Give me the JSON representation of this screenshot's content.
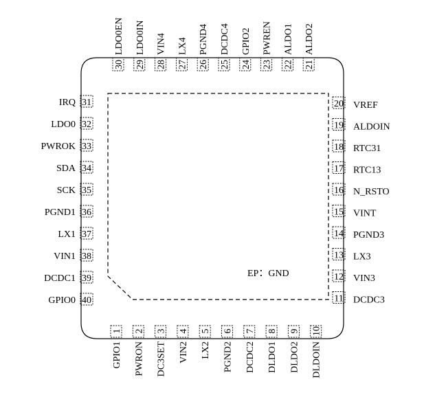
{
  "package": {
    "ep_label": "EP：GND"
  },
  "pins": {
    "bottom": [
      {
        "num": "1",
        "name": "GPIO1"
      },
      {
        "num": "2",
        "name": "PWRON"
      },
      {
        "num": "3",
        "name": "DC3SET"
      },
      {
        "num": "4",
        "name": "VIN2"
      },
      {
        "num": "5",
        "name": "LX2"
      },
      {
        "num": "6",
        "name": "PGND2"
      },
      {
        "num": "7",
        "name": "DCDC2"
      },
      {
        "num": "8",
        "name": "DLDO1"
      },
      {
        "num": "9",
        "name": "DLDO2"
      },
      {
        "num": "10",
        "name": "DLDOIN"
      }
    ],
    "right": [
      {
        "num": "11",
        "name": "DCDC3"
      },
      {
        "num": "12",
        "name": "VIN3"
      },
      {
        "num": "13",
        "name": "LX3"
      },
      {
        "num": "14",
        "name": "PGND3"
      },
      {
        "num": "15",
        "name": "VINT"
      },
      {
        "num": "16",
        "name": "N_RSTO"
      },
      {
        "num": "17",
        "name": "RTC13"
      },
      {
        "num": "18",
        "name": "RTC31"
      },
      {
        "num": "19",
        "name": "ALDOIN"
      },
      {
        "num": "20",
        "name": "VREF"
      }
    ],
    "top": [
      {
        "num": "21",
        "name": "ALDO2"
      },
      {
        "num": "22",
        "name": "ALDO1"
      },
      {
        "num": "23",
        "name": "PWREN"
      },
      {
        "num": "24",
        "name": "GPIO2"
      },
      {
        "num": "25",
        "name": "DCDC4"
      },
      {
        "num": "26",
        "name": "PGND4"
      },
      {
        "num": "27",
        "name": "LX4"
      },
      {
        "num": "28",
        "name": "VIN4"
      },
      {
        "num": "29",
        "name": "LDO0IN"
      },
      {
        "num": "30",
        "name": "LDO0EN"
      }
    ],
    "left": [
      {
        "num": "31",
        "name": "IRQ"
      },
      {
        "num": "32",
        "name": "LDO0"
      },
      {
        "num": "33",
        "name": "PWROK"
      },
      {
        "num": "34",
        "name": "SDA"
      },
      {
        "num": "35",
        "name": "SCK"
      },
      {
        "num": "36",
        "name": "PGND1"
      },
      {
        "num": "37",
        "name": "LX1"
      },
      {
        "num": "38",
        "name": "VIN1"
      },
      {
        "num": "39",
        "name": "DCDC1"
      },
      {
        "num": "40",
        "name": "GPIO0"
      }
    ]
  }
}
